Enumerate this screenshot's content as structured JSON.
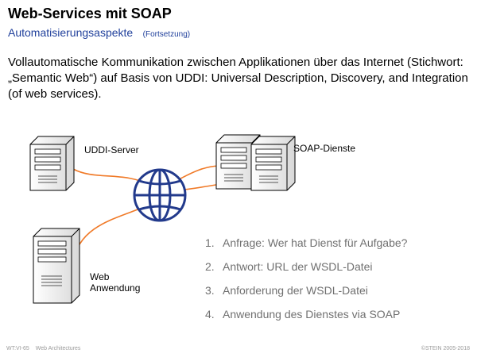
{
  "slide": {
    "title": "Web-Services mit SOAP",
    "subtitle": "Automatisierungsaspekte",
    "subtitle_note": "(Fortsetzung)",
    "intro": "Vollautomatische Kommunikation zwischen Applikationen über das Internet (Stichwort: „Semantic Web“) auf Basis von UDDI: Universal Description, Discovery, and Integration (of web services)."
  },
  "diagram": {
    "uddi_label": "UDDI-Server",
    "soap_label": "SOAP-Dienste",
    "web_label_line1": "Web",
    "web_label_line2": "Anwendung",
    "link_color": "#f07a28",
    "globe_color": "#223a8c"
  },
  "steps": [
    {
      "num": "1.",
      "text": "Anfrage: Wer hat Dienst für Aufgabe?"
    },
    {
      "num": "2.",
      "text": "Antwort: URL der WSDL-Datei"
    },
    {
      "num": "3.",
      "text": "Anforderung der WSDL-Datei"
    },
    {
      "num": "4.",
      "text": "Anwendung des Dienstes via SOAP"
    }
  ],
  "footer": {
    "left_code": "WT:VI-65",
    "left_title": "Web Architectures",
    "right": "©STEIN 2005-2018"
  }
}
